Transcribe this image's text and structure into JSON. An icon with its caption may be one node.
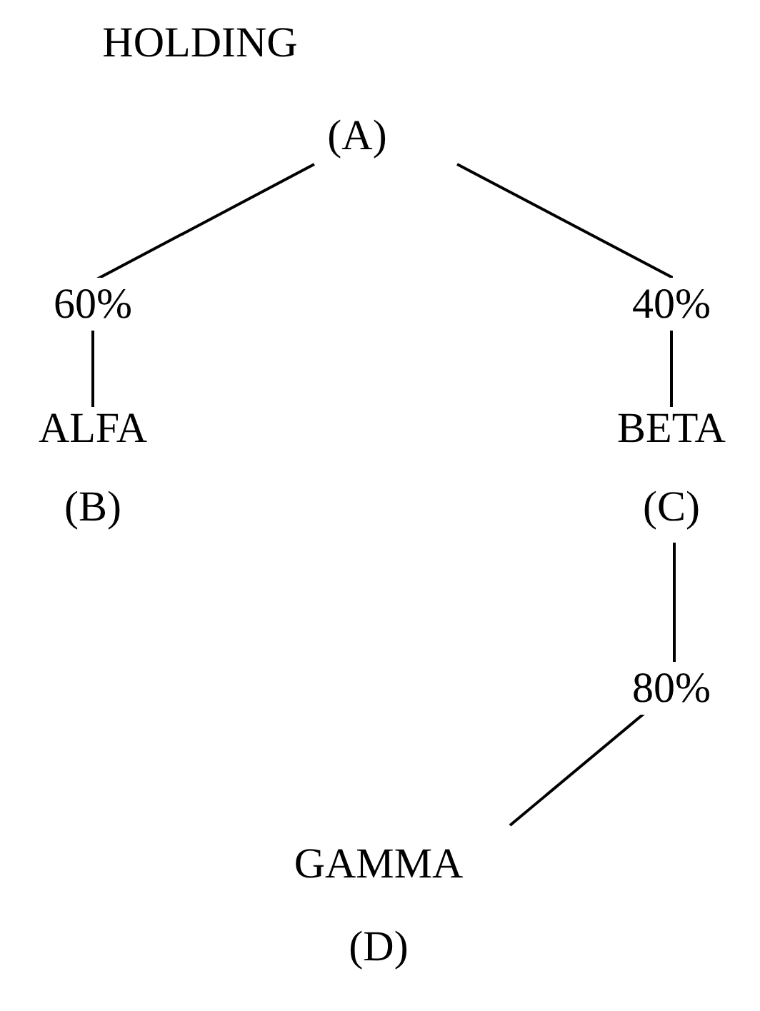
{
  "diagram": {
    "nodes": [
      {
        "text": [
          "HOLDING",
          "(A)"
        ]
      },
      {
        "text": [
          "ALFA",
          "(B)"
        ]
      },
      {
        "text": [
          "BETA",
          "(C)"
        ]
      },
      {
        "text": [
          "GAMMA",
          "(D)"
        ]
      }
    ],
    "edges": [
      {
        "from": 0,
        "to": 1,
        "arrow": "none",
        "label": "60%"
      },
      {
        "from": 0,
        "to": 2,
        "arrow": "none",
        "label": "40%"
      },
      {
        "from": 2,
        "to": 3,
        "arrow": "none",
        "label": "80%"
      }
    ]
  }
}
